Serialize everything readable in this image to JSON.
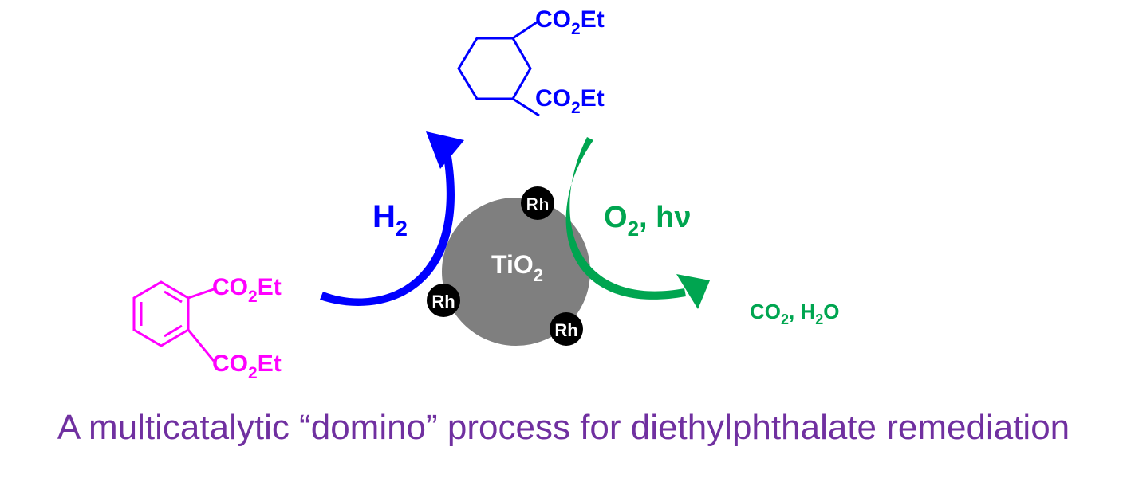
{
  "colors": {
    "product": "#0000ff",
    "reactant": "#ff00ff",
    "oxidation": "#00a550",
    "catalyst": "#7f7f7f",
    "rh_site": "#000000",
    "caption": "#7030a0"
  },
  "product": {
    "top_substituent": {
      "main": "CO",
      "sub": "2",
      "tail": "Et"
    },
    "bottom_substituent": {
      "main": "CO",
      "sub": "2",
      "tail": "Et"
    }
  },
  "reactant": {
    "top_substituent": {
      "main": "CO",
      "sub": "2",
      "tail": "Et"
    },
    "bottom_substituent": {
      "main": "CO",
      "sub": "2",
      "tail": "Et"
    }
  },
  "hydrogenation": {
    "main": "H",
    "sub": "2"
  },
  "oxidation": {
    "main": "O",
    "sub": "2",
    "tail": ", hν"
  },
  "catalyst": {
    "label": {
      "main": "TiO",
      "sub": "2"
    },
    "sites": [
      "Rh",
      "Rh",
      "Rh"
    ]
  },
  "final_products": {
    "a": "CO",
    "a_sub": "2",
    "sep": ", H",
    "b_sub": "2",
    "b_tail": "O"
  },
  "caption": "A multicatalytic “domino” process for diethylphthalate remediation"
}
